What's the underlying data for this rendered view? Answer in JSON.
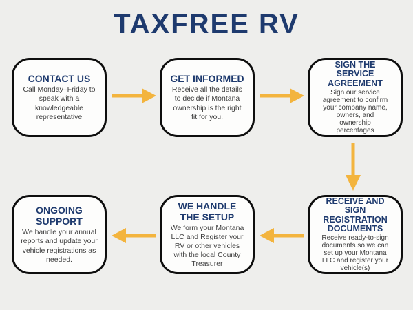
{
  "page": {
    "title": "TAXFREE RV"
  },
  "colors": {
    "background": "#eeeeec",
    "heading_navy": "#1e3a6e",
    "body_text": "#3e3e3e",
    "arrow_yellow": "#f3b43e",
    "box_border": "#0e0e0e",
    "box_background": "#fdfdfc"
  },
  "flow": {
    "steps": [
      {
        "id": "contact-us",
        "title": "CONTACT US",
        "description": "Call Monday–Friday to\nspeak with a\nknowledgeable\nrepresentative"
      },
      {
        "id": "get-informed",
        "title": "GET INFORMED",
        "description": "Receive all the details\nto decide if Montana\nownership is the right\nfit for you."
      },
      {
        "id": "sign-the-service-agreement",
        "title": "SIGN THE\nSERVICE\nAGREEMENT",
        "description": "Sign our service\nagreement to confirm\nyour company name,\nowners, and\nownership\npercentages"
      },
      {
        "id": "receive-and-sign-registration-documents",
        "title": "RECEIVE AND\nSIGN\nREGISTRATION\nDOCUMENTS",
        "description": "Receive ready-to-sign\ndocuments so we can\nset up your Montana\nLLC and register your\nvehicle(s)"
      },
      {
        "id": "we-handle-the-setup",
        "title": "WE HANDLE\nTHE SETUP",
        "description": "We form your Montana\nLLC and Register your\nRV or other vehicles\nwith the local County\nTreasurer"
      },
      {
        "id": "ongoing-support",
        "title": "ONGOING\nSUPPORT",
        "description": "We handle your annual\nreports and update your\nvehicle registrations as\nneeded."
      }
    ],
    "connections": [
      {
        "from": "contact-us",
        "to": "get-informed",
        "direction": "right"
      },
      {
        "from": "get-informed",
        "to": "sign-the-service-agreement",
        "direction": "right"
      },
      {
        "from": "sign-the-service-agreement",
        "to": "receive-and-sign-registration-documents",
        "direction": "down"
      },
      {
        "from": "receive-and-sign-registration-documents",
        "to": "we-handle-the-setup",
        "direction": "left"
      },
      {
        "from": "we-handle-the-setup",
        "to": "ongoing-support",
        "direction": "left"
      }
    ]
  }
}
